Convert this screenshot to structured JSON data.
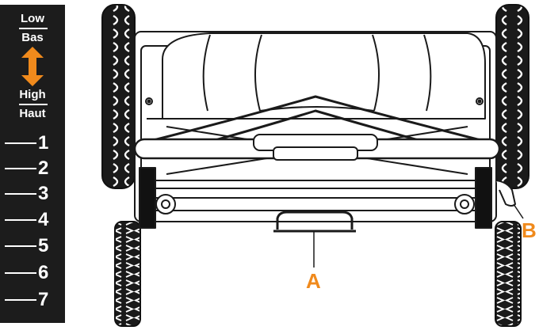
{
  "gauge": {
    "low_en": "Low",
    "low_fr": "Bas",
    "high_en": "High",
    "high_fr": "Haut",
    "arrow_color": "#f08a1c",
    "positions": [
      "1",
      "2",
      "3",
      "4",
      "5",
      "6",
      "7"
    ]
  },
  "callouts": {
    "a": "A",
    "b": "B",
    "color": "#f08a1c"
  }
}
